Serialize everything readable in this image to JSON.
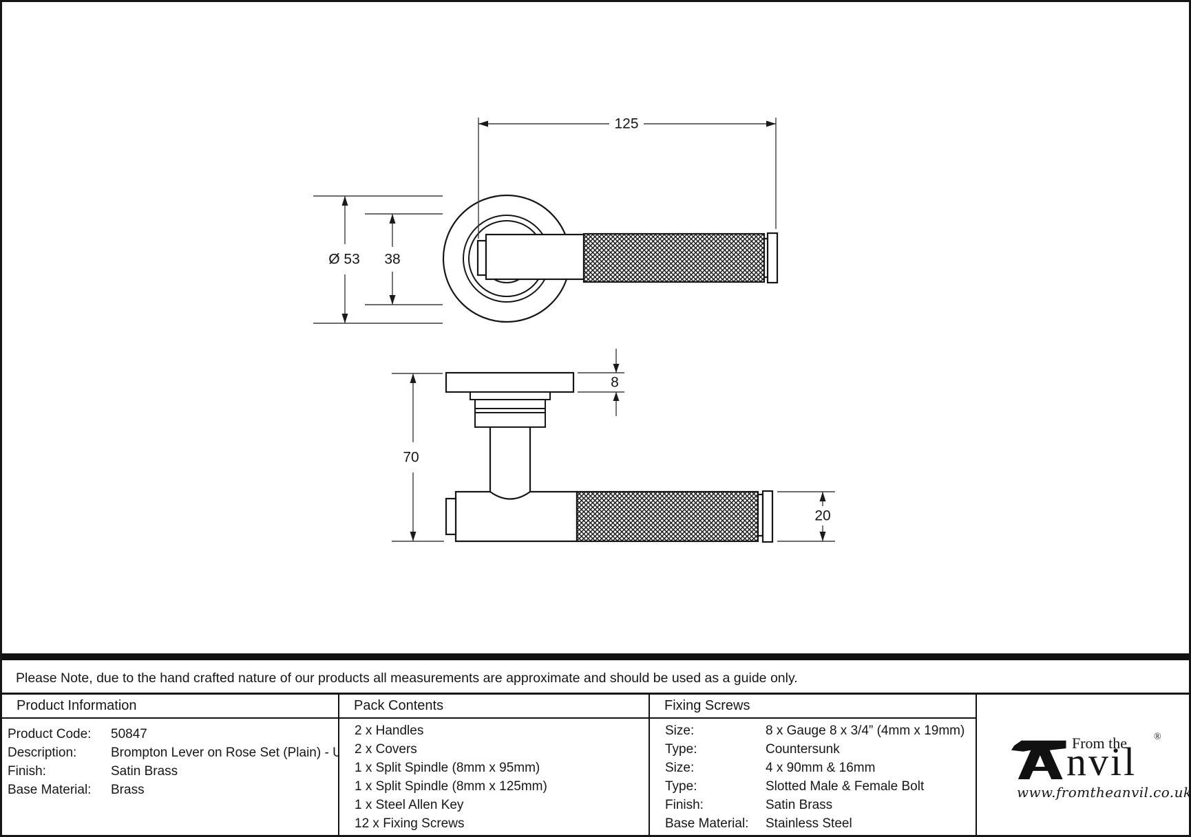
{
  "note": "Please Note, due to the hand crafted nature of our products all measurements are approximate and should be used as a guide only.",
  "drawing": {
    "dims": {
      "lever_length": "125",
      "rose_diameter": "Ø 53",
      "rose_inner": "38",
      "rose_thickness": "8",
      "projection": "70",
      "bar_diameter": "20"
    }
  },
  "product_information": {
    "header": "Product Information",
    "rows": [
      {
        "label": "Product Code:",
        "value": "50847"
      },
      {
        "label": "Description:",
        "value": "Brompton Lever on Rose Set (Plain) - U"
      },
      {
        "label": "Finish:",
        "value": "Satin Brass"
      },
      {
        "label": "Base Material:",
        "value": "Brass"
      }
    ]
  },
  "pack_contents": {
    "header": "Pack Contents",
    "items": [
      "2 x Handles",
      "2 x Covers",
      "1 x Split Spindle (8mm x 95mm)",
      "1 x Split Spindle (8mm x 125mm)",
      "1 x Steel Allen Key",
      "12 x Fixing Screws"
    ]
  },
  "fixing_screws": {
    "header": "Fixing Screws",
    "rows": [
      {
        "label": "Size:",
        "value": "8 x Gauge 8 x 3/4” (4mm x 19mm)"
      },
      {
        "label": "Type:",
        "value": "Countersunk"
      },
      {
        "label": "Size:",
        "value": "4 x 90mm & 16mm"
      },
      {
        "label": "Type:",
        "value": "Slotted Male & Female Bolt"
      },
      {
        "label": "Finish:",
        "value": "Satin Brass"
      },
      {
        "label": "Base Material:",
        "value": "Stainless Steel"
      }
    ]
  },
  "logo": {
    "tagline": "From the",
    "brand_suffix": "nvil",
    "registered": "®",
    "website": "www.fromtheanvil.co.uk"
  }
}
